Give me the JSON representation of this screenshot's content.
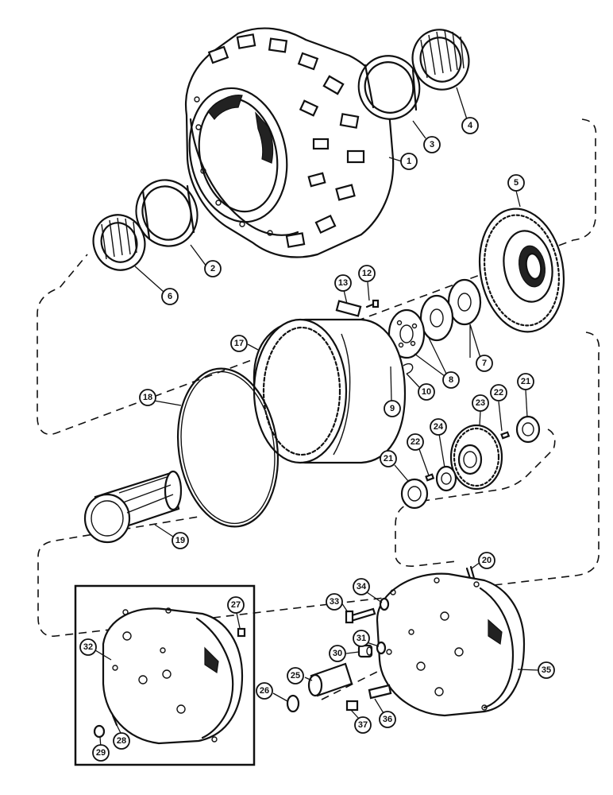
{
  "diagram": {
    "callouts": [
      {
        "id": "c1",
        "label": "1"
      },
      {
        "id": "c2",
        "label": "2"
      },
      {
        "id": "c3",
        "label": "3"
      },
      {
        "id": "c4",
        "label": "4"
      },
      {
        "id": "c5",
        "label": "5"
      },
      {
        "id": "c6",
        "label": "6"
      },
      {
        "id": "c7",
        "label": "7"
      },
      {
        "id": "c8",
        "label": "8"
      },
      {
        "id": "c9",
        "label": "9"
      },
      {
        "id": "c10",
        "label": "10"
      },
      {
        "id": "c12",
        "label": "12"
      },
      {
        "id": "c13",
        "label": "13"
      },
      {
        "id": "c17",
        "label": "17"
      },
      {
        "id": "c18",
        "label": "18"
      },
      {
        "id": "c19",
        "label": "19"
      },
      {
        "id": "c20",
        "label": "20"
      },
      {
        "id": "c21a",
        "label": "21"
      },
      {
        "id": "c21b",
        "label": "21"
      },
      {
        "id": "c22a",
        "label": "22"
      },
      {
        "id": "c22b",
        "label": "22"
      },
      {
        "id": "c23",
        "label": "23"
      },
      {
        "id": "c24",
        "label": "24"
      },
      {
        "id": "c25",
        "label": "25"
      },
      {
        "id": "c26",
        "label": "26"
      },
      {
        "id": "c27",
        "label": "27"
      },
      {
        "id": "c28",
        "label": "28"
      },
      {
        "id": "c29",
        "label": "29"
      },
      {
        "id": "c30",
        "label": "30"
      },
      {
        "id": "c31",
        "label": "31"
      },
      {
        "id": "c32",
        "label": "32"
      },
      {
        "id": "c33",
        "label": "33"
      },
      {
        "id": "c34",
        "label": "34"
      },
      {
        "id": "c35",
        "label": "35"
      },
      {
        "id": "c36",
        "label": "36"
      },
      {
        "id": "c37",
        "label": "37"
      }
    ]
  }
}
